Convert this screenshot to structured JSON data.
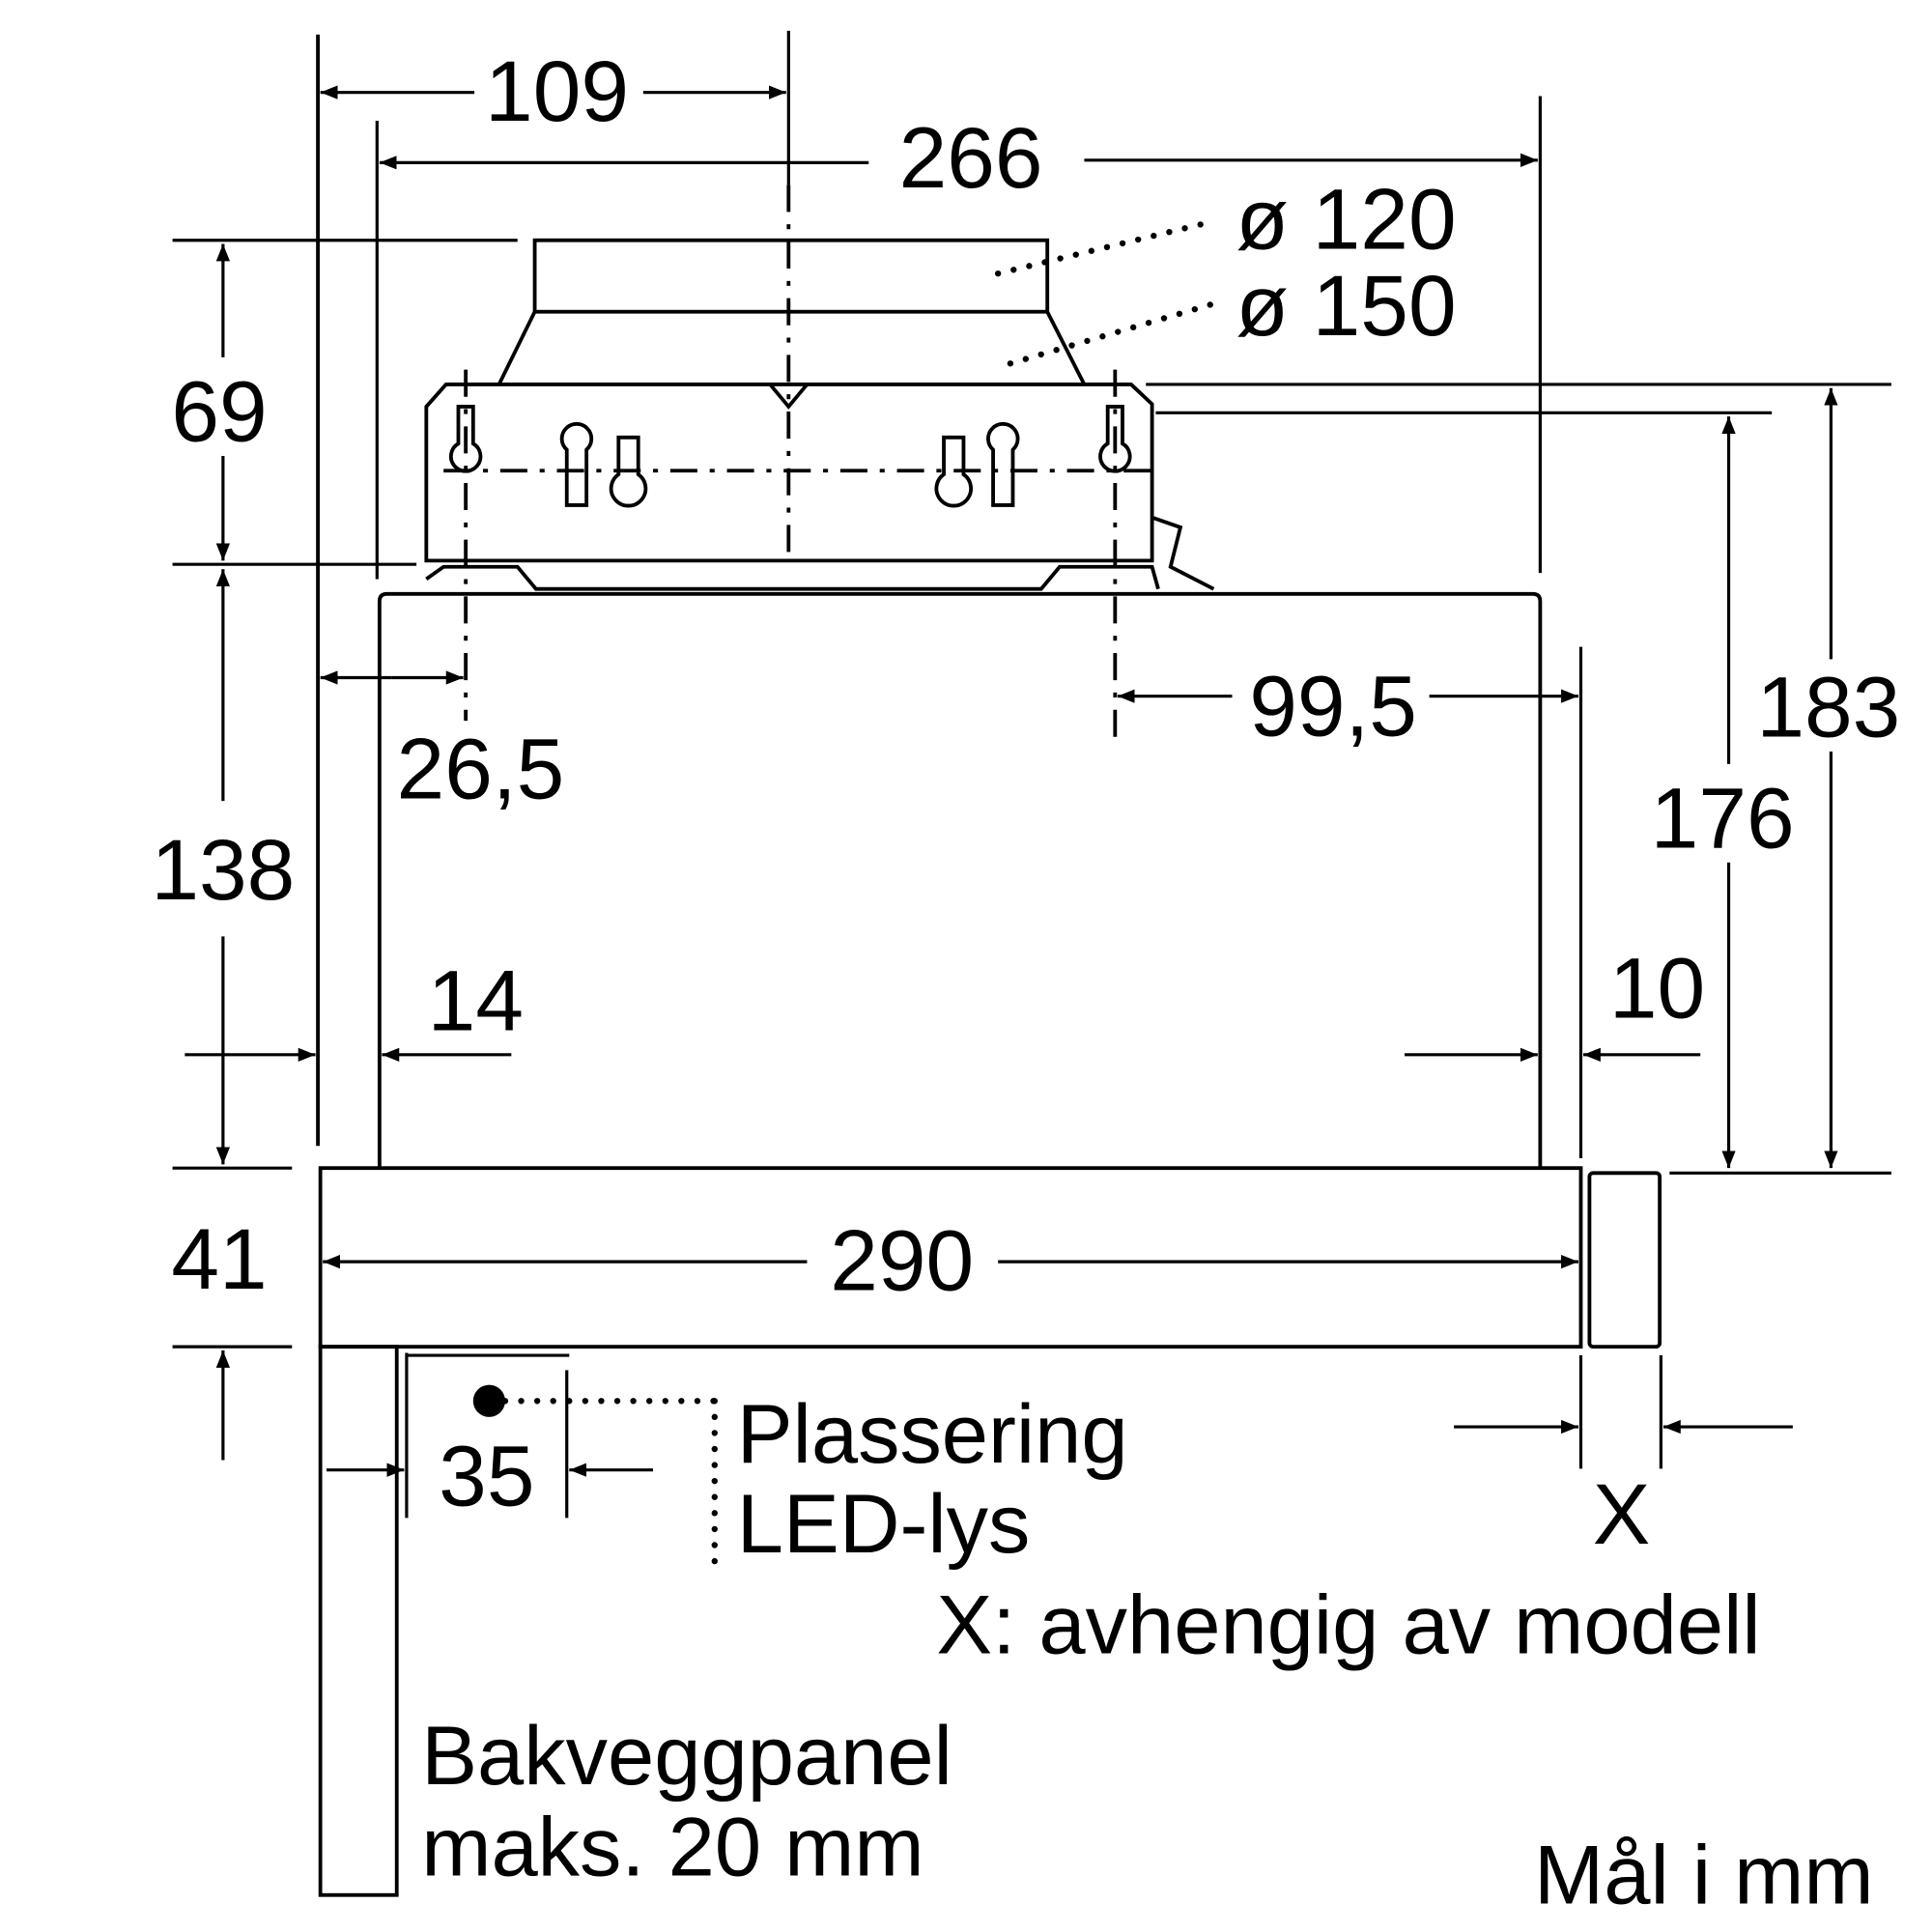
{
  "dimensions": {
    "d109": "109",
    "d266": "266",
    "d_duct_small": "ø 120",
    "d_duct_large": "ø 150",
    "d69": "69",
    "d138": "138",
    "d26_5": "26,5",
    "d99_5": "99,5",
    "d183": "183",
    "d176": "176",
    "d14": "14",
    "d10": "10",
    "d41": "41",
    "d290": "290",
    "d35": "35",
    "dX": "X"
  },
  "labels": {
    "led_line1": "Plassering",
    "led_line2": "LED-lys",
    "x_note": "X: avhengig av modell",
    "panel_line1": "Bakveggpanel",
    "panel_line2": "maks. 20 mm",
    "units": "Mål i mm"
  }
}
